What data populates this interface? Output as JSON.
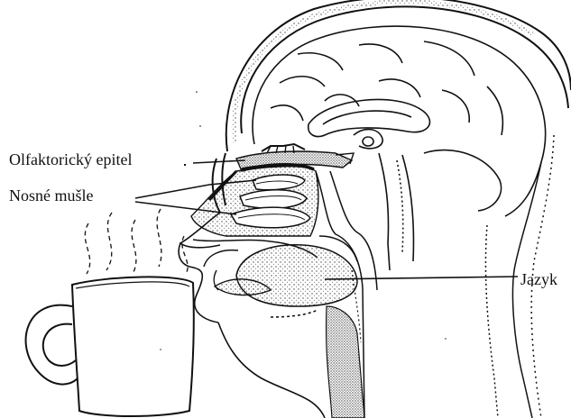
{
  "labels": {
    "olfactory_epithelium": "Olfaktorický epitel",
    "nasal_conchae": "Nosné mušle",
    "tongue": "Jazyk"
  },
  "colors": {
    "ink": "#111111",
    "background": "#ffffff",
    "stipple": "#444444"
  }
}
